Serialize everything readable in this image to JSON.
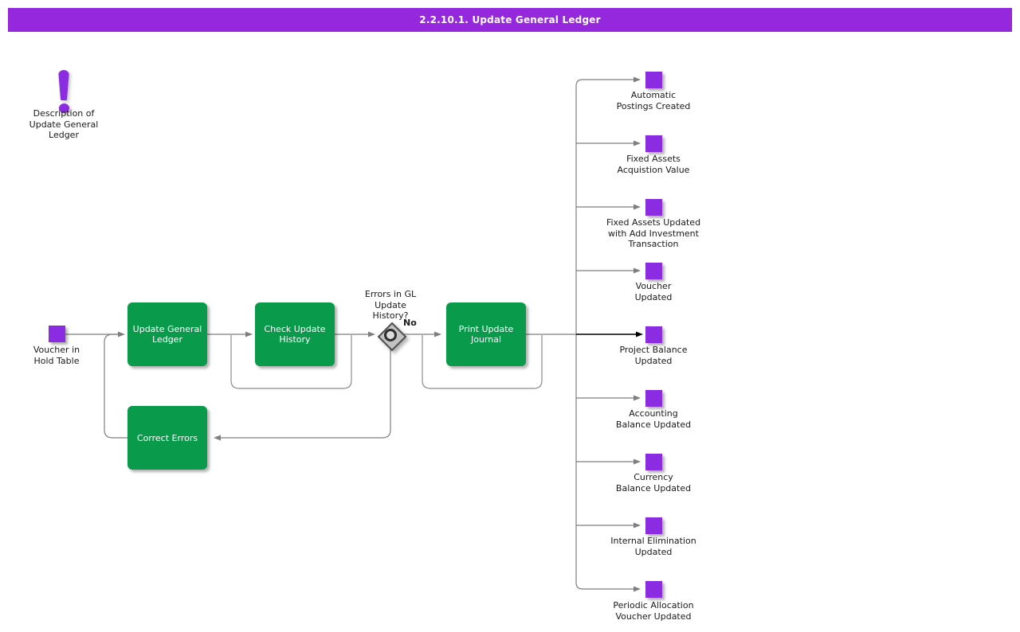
{
  "header": {
    "title": "2.2.10.1. Update General Ledger"
  },
  "colors": {
    "header_bar": "#9527dd",
    "event_purple": "#8b2be2",
    "process_green": "#0a9a4b",
    "connector_gray": "#7f7f7f",
    "emphasis_black": "#000000",
    "decision_fill": "#c2c2c2"
  },
  "annotation": {
    "icon": "exclamation-icon",
    "label": "Description of\nUpdate General\nLedger"
  },
  "start_node": {
    "label": "Voucher in\nHold Table"
  },
  "process_nodes": [
    {
      "label": "Update General\nLedger"
    },
    {
      "label": "Check Update\nHistory"
    },
    {
      "label": "Print Update\nJournal"
    },
    {
      "label": "Correct Errors"
    }
  ],
  "decision": {
    "question": "Errors in GL\nUpdate\nHistory?",
    "no_label": "No"
  },
  "outputs": [
    {
      "label": "Automatic\nPostings Created"
    },
    {
      "label": "Fixed Assets\nAcquistion Value"
    },
    {
      "label": "Fixed Assets Updated\nwith Add Investment\nTransaction"
    },
    {
      "label": "Voucher\nUpdated"
    },
    {
      "label": "Project Balance\nUpdated",
      "emphasis": "true"
    },
    {
      "label": "Accounting\nBalance Updated"
    },
    {
      "label": "Currency\nBalance Updated"
    },
    {
      "label": "Internal Elimination\nUpdated"
    },
    {
      "label": "Periodic Allocation\nVoucher Updated"
    }
  ]
}
